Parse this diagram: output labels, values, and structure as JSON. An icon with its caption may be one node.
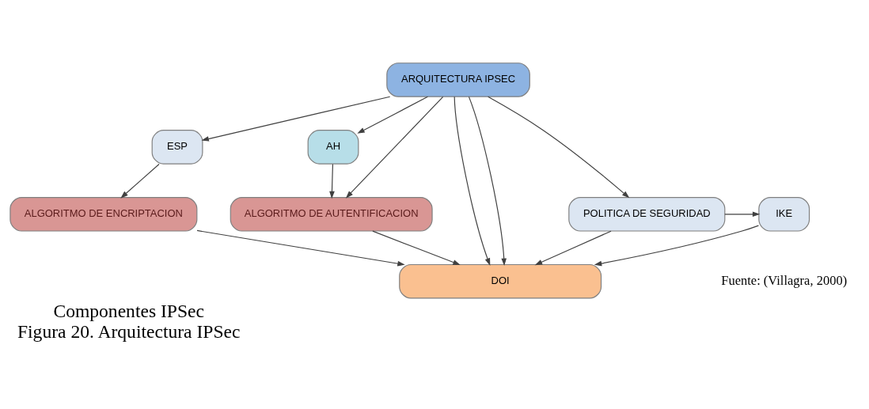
{
  "diagram": {
    "title": "Componentes IPSec",
    "caption": "Figura 20. Arquitectura IPSec",
    "nodes": [
      {
        "text": [
          "ARQUITECTURA IPSEC"
        ]
      },
      {
        "text": [
          "ESP"
        ]
      },
      {
        "text": [
          "AH"
        ]
      },
      {
        "text": [
          "ALGORITMO DE ENCRIPTACION"
        ]
      },
      {
        "text": [
          "ALGORITMO DE AUTENTIFICACION"
        ]
      },
      {
        "text": [
          "DOI"
        ]
      },
      {
        "text": [
          "IKE"
        ]
      },
      {
        "text": [
          "POLITICA DE SEGURIDAD"
        ]
      }
    ],
    "edges": [
      {
        "from": 0,
        "to": 1,
        "arrow": "to"
      },
      {
        "from": 0,
        "to": 2,
        "arrow": "to"
      },
      {
        "from": 0,
        "to": 4,
        "arrow": "to"
      },
      {
        "from": 1,
        "to": 3,
        "arrow": "to"
      },
      {
        "from": 2,
        "to": 4,
        "arrow": "to"
      },
      {
        "from": 3,
        "to": 5,
        "arrow": "to"
      },
      {
        "from": 4,
        "to": 5,
        "arrow": "to"
      },
      {
        "from": 0,
        "to": 5,
        "arrow": "to"
      },
      {
        "from": 0,
        "to": 7,
        "arrow": "to"
      },
      {
        "from": 0,
        "to": 5,
        "arrow": "to"
      },
      {
        "from": 7,
        "to": 5,
        "arrow": "to"
      },
      {
        "from": 7,
        "to": 6,
        "arrow": "to"
      },
      {
        "from": 6,
        "to": 5,
        "arrow": "to"
      }
    ],
    "labels": [
      "Fuente: (Villagra, 2000)"
    ]
  }
}
